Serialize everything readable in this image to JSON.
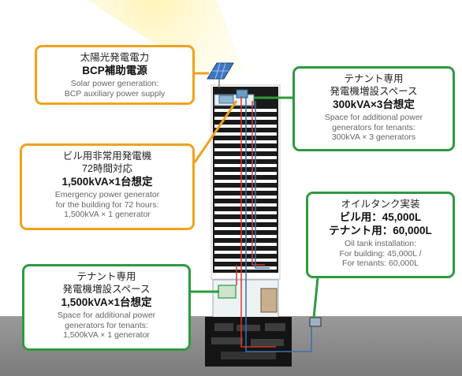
{
  "colors": {
    "orange_border": "#f0a21d",
    "green_border": "#2e9a3f",
    "ground_gray": "#8a8a8a",
    "building_dark": "#111111",
    "pipe_red": "#d8372b",
    "pipe_blue": "#3a6fb4"
  },
  "callouts": {
    "solar": {
      "jp_title": "太陽光発電電力",
      "jp_bold": "BCP補助電源",
      "en_line1": "Solar power generation:",
      "en_line2": "BCP auxiliary power supply"
    },
    "tenant_top": {
      "jp_title1": "テナント専用",
      "jp_title2": "発電機増設スペース",
      "jp_bold": "300kVA×3台想定",
      "en_line1": "Space for additional power",
      "en_line2": "generators for tenants:",
      "en_line3": "300kVA × 3 generators"
    },
    "emergency": {
      "jp_title1": "ビル用非常用発電機",
      "jp_title2": "72時間対応",
      "jp_bold": "1,500kVA×1台想定",
      "en_line1": "Emergency power generator",
      "en_line2": "for the building for 72 hours:",
      "en_line3": "1,500kVA × 1 generator"
    },
    "oil_tank": {
      "jp_title": "オイルタンク実装",
      "jp_bold1": "ビル用：45,000L",
      "jp_bold2": "テナント用：60,000L",
      "en_line1": "Oil tank installation:",
      "en_line2": "For building: 45,000L  /",
      "en_line3": "For tenants: 60,000L"
    },
    "tenant_bottom": {
      "jp_title1": "テナント専用",
      "jp_title2": "発電機増設スペース",
      "jp_bold": "1,500kVA×1台想定",
      "en_line1": "Space for additional power",
      "en_line2": "generators for tenants:",
      "en_line3": "1,500kVA × 1 generator"
    }
  }
}
